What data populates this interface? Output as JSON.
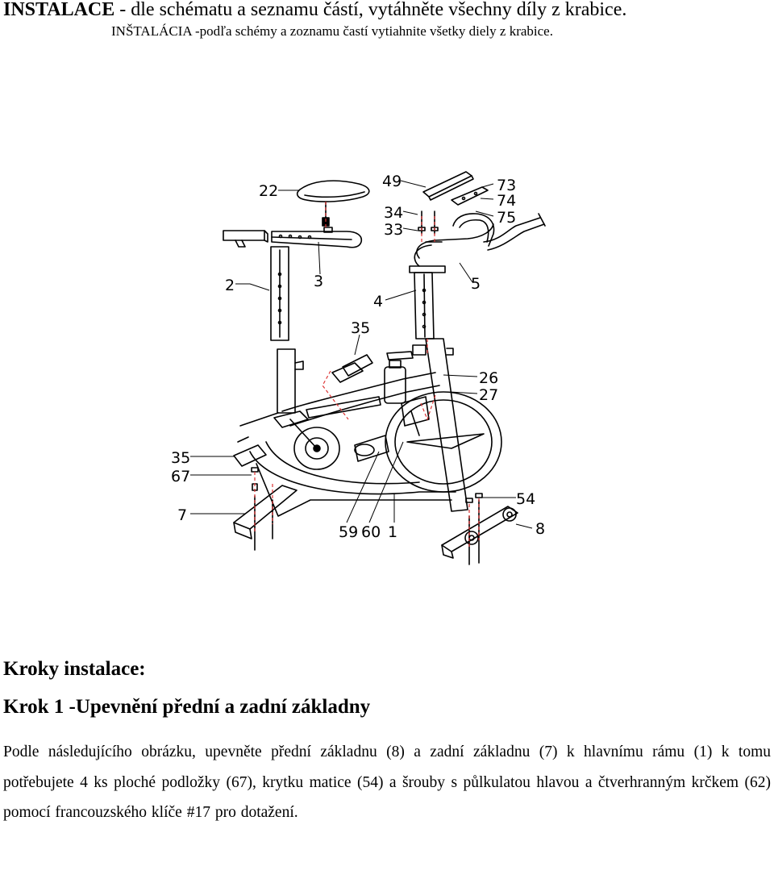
{
  "header": {
    "title_cz_bold": "INSTALACE",
    "title_cz_rest": " - dle schématu a seznamu částí, vytáhněte všechny díly z krabice.",
    "title_sk": "INŠTALÁCIA -podľa schémy a zoznamu častí vytiahnite všetky diely z krabice."
  },
  "diagram": {
    "part_labels": [
      "22",
      "49",
      "73",
      "74",
      "75",
      "34",
      "33",
      "2",
      "3",
      "4",
      "5",
      "35",
      "26",
      "27",
      "35",
      "67",
      "7",
      "54",
      "59",
      "60",
      "1",
      "8"
    ]
  },
  "instructions": {
    "heading": "Kroky instalace:",
    "step1_title": "Krok 1 -Upevnění přední a zadní základny",
    "step1_text": "Podle následujícího obrázku, upevněte přední základnu (8) a zadní základnu (7) k hlavnímu rámu (1) k tomu potřebujete 4 ks ploché podložky (67), krytku matice (54) a šrouby s půlkulatou hlavou a čtverhranným krčkem (62) pomocí francouzského klíče #17 pro dotažení."
  }
}
